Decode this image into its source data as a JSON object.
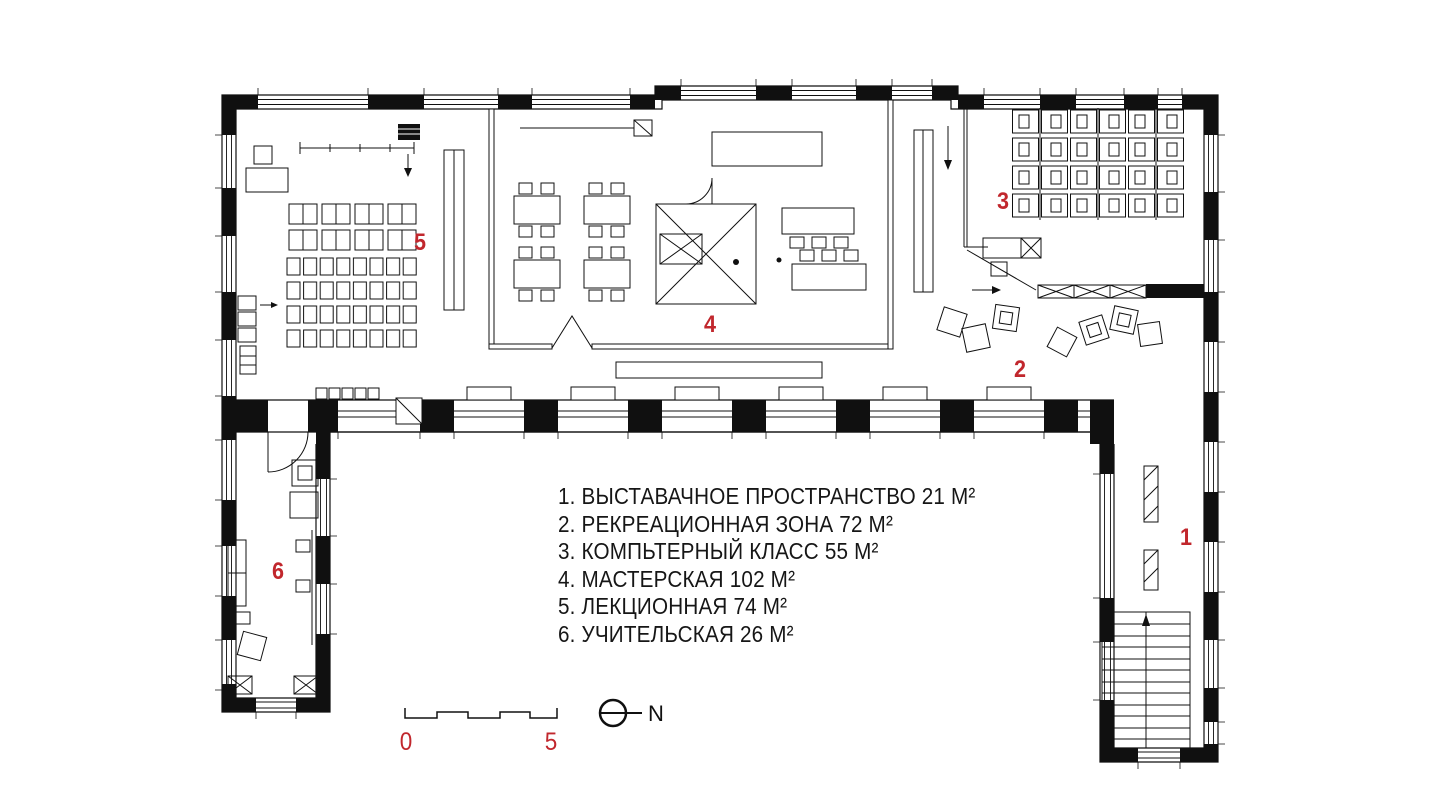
{
  "colors": {
    "accent_red": "#c1272d",
    "ink": "#101010",
    "background": "#ffffff"
  },
  "legend": {
    "items": [
      "1. ВЫСТАВАЧНОЕ ПРОСТРАНСТВО 21 М²",
      "2. РЕКРЕАЦИОННАЯ ЗОНА 72 М²",
      "3. КОМПЬТЕРНЫЙ КЛАСС 55 М²",
      "4. МАСТЕРСКАЯ 102 М²",
      "5. ЛЕКЦИОННАЯ 74 М²",
      "6. УЧИТЕЛЬСКАЯ 26 М²"
    ]
  },
  "plan": {
    "markers": [
      {
        "number": "1"
      },
      {
        "number": "2"
      },
      {
        "number": "3"
      },
      {
        "number": "4"
      },
      {
        "number": "5"
      },
      {
        "number": "6"
      }
    ]
  },
  "scale_bar": {
    "start_label": "0",
    "end_label": "5"
  },
  "north": {
    "label": "N"
  }
}
